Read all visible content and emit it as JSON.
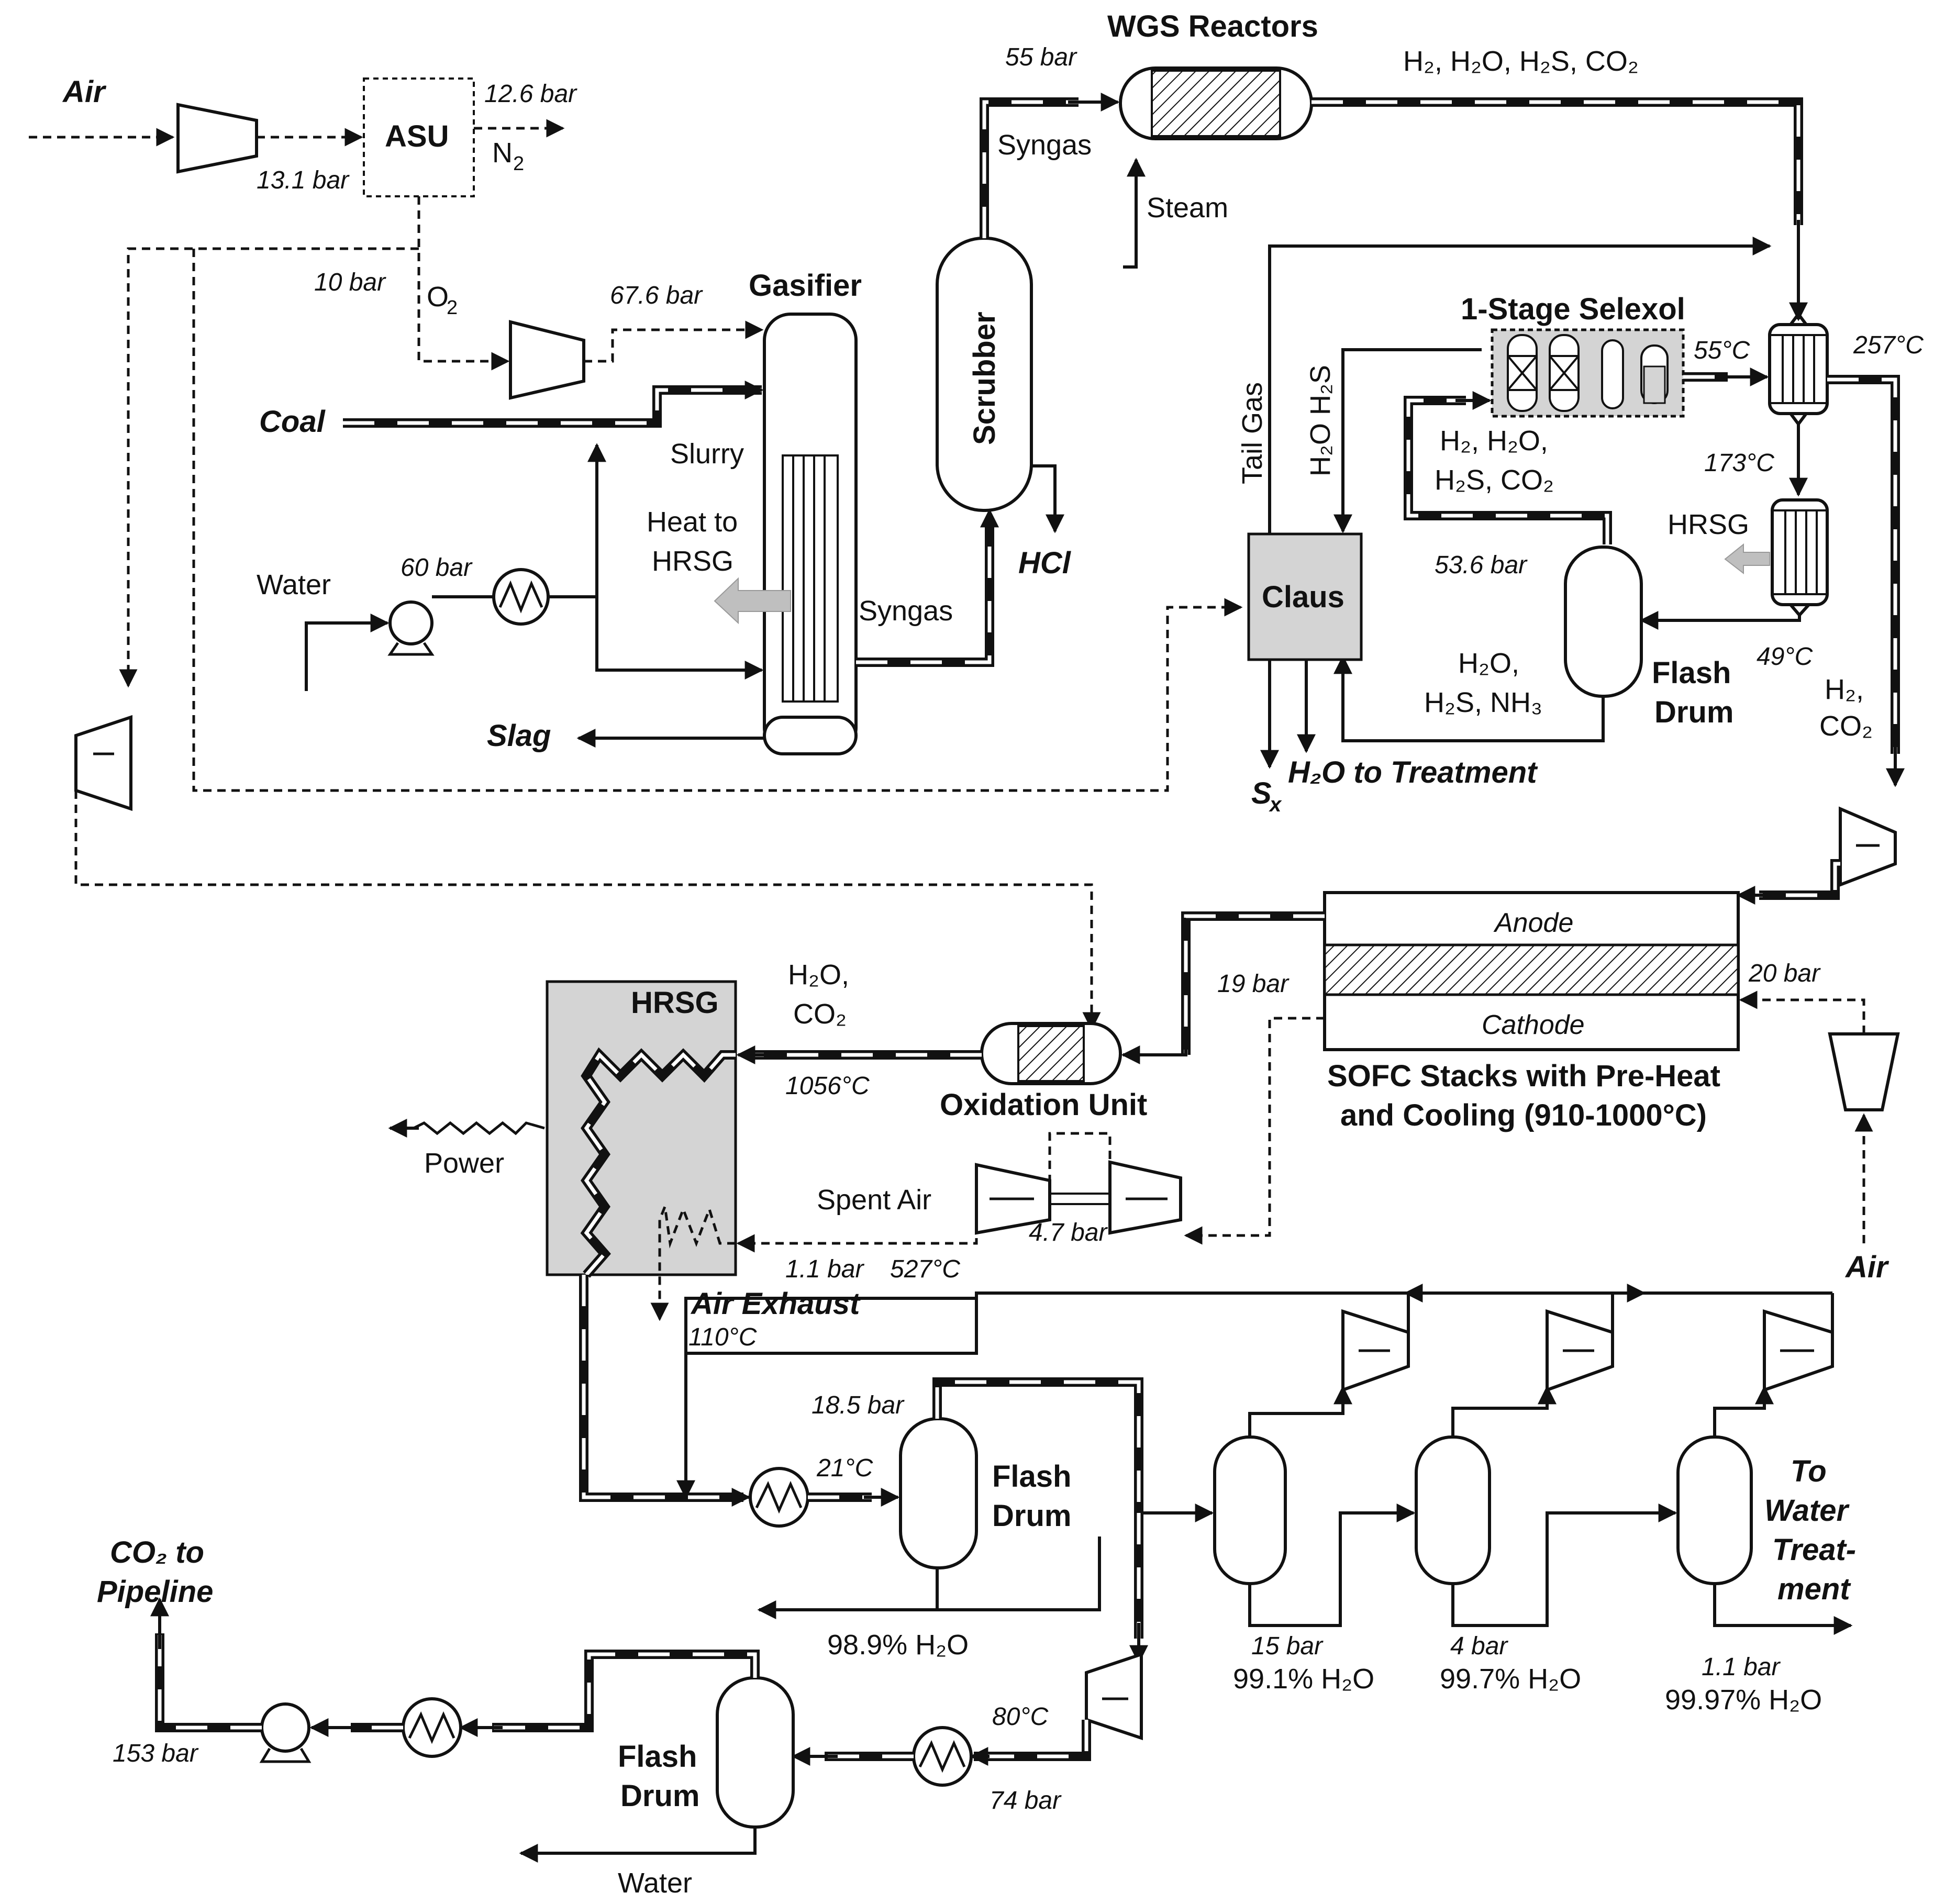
{
  "title": "WGS Reactors",
  "colors": {
    "line": "#111111",
    "fill_gray": "#d4d4d4",
    "background": "#ffffff"
  },
  "labels": {
    "air": "Air",
    "asu": "ASU",
    "p_13_1": "13.1 bar",
    "p_12_6": "12.6 bar",
    "n2": "N",
    "n2_sub": "2",
    "p_10": "10 bar",
    "o2": "O",
    "o2_sub": "2",
    "p_67_6": "67.6 bar",
    "gasifier": "Gasifier",
    "coal": "Coal",
    "slurry": "Slurry",
    "heat_to": "Heat to",
    "hrsg_short": "HRSG",
    "water": "Water",
    "p_60": "60 bar",
    "syngas": "Syngas",
    "slag": "Slag",
    "scrubber": "Scrubber",
    "hcl": "HCl",
    "p_55": "55 bar",
    "wgs_reactors": "WGS Reactors",
    "steam": "Steam",
    "h2_h2o_h2s_co2": "H₂, H₂O, H₂S, CO₂",
    "selexol": "1-Stage Selexol",
    "t_55c": "55°C",
    "t_257c": "257°C",
    "t_173c": "173°C",
    "t_49c": "49°C",
    "tail_gas": "Tail Gas",
    "h2o_h2s": "H₂O H₂S",
    "h2_h2o_line1": "H₂, H₂O,",
    "h2s_co2_line2": "H₂S, CO₂",
    "p_53_6": "53.6 bar",
    "claus": "Claus",
    "h2o_comma": "H₂O,",
    "h2s_nh3": "H₂S, NH₃",
    "flash": "Flash",
    "drum": "Drum",
    "h2_comma": "H₂,",
    "co2": "CO₂",
    "sx": "S",
    "sx_sub": "x",
    "h2o_to_treatment": "H₂O to Treatment",
    "anode": "Anode",
    "cathode": "Cathode",
    "p_19": "19 bar",
    "p_20": "20 bar",
    "sofc_line1": "SOFC Stacks with Pre-Heat",
    "sofc_line2": "and Cooling (910-1000°C)",
    "hrsg": "HRSG",
    "h2o_co2_line1": "H₂O,",
    "h2o_co2_line2": "CO₂",
    "t_1056c": "1056°C",
    "oxidation_unit": "Oxidation Unit",
    "power": "Power",
    "spent_air": "Spent Air",
    "p_4_7": "4.7 bar",
    "p_1_1_a": "1.1 bar",
    "t_527c": "527°C",
    "air_exhaust": "Air Exhaust",
    "t_110c": "110°C",
    "air_2": "Air",
    "p_18_5": "18.5 bar",
    "t_21c": "21°C",
    "h2o_98_9": "98.9% H₂O",
    "p_15": "15 bar",
    "h2o_99_1": "99.1% H₂O",
    "p_4": "4 bar",
    "h2o_99_7": "99.7% H₂O",
    "p_1_1_b": "1.1 bar",
    "h2o_99_97": "99.97% H₂O",
    "to": "To",
    "water_w": "Water",
    "treat": "Treat-",
    "ment": "ment",
    "co2_to": "CO₂ to",
    "pipeline": "Pipeline",
    "p_153": "153 bar",
    "t_80c": "80°C",
    "p_74": "74 bar",
    "water_out": "Water"
  }
}
